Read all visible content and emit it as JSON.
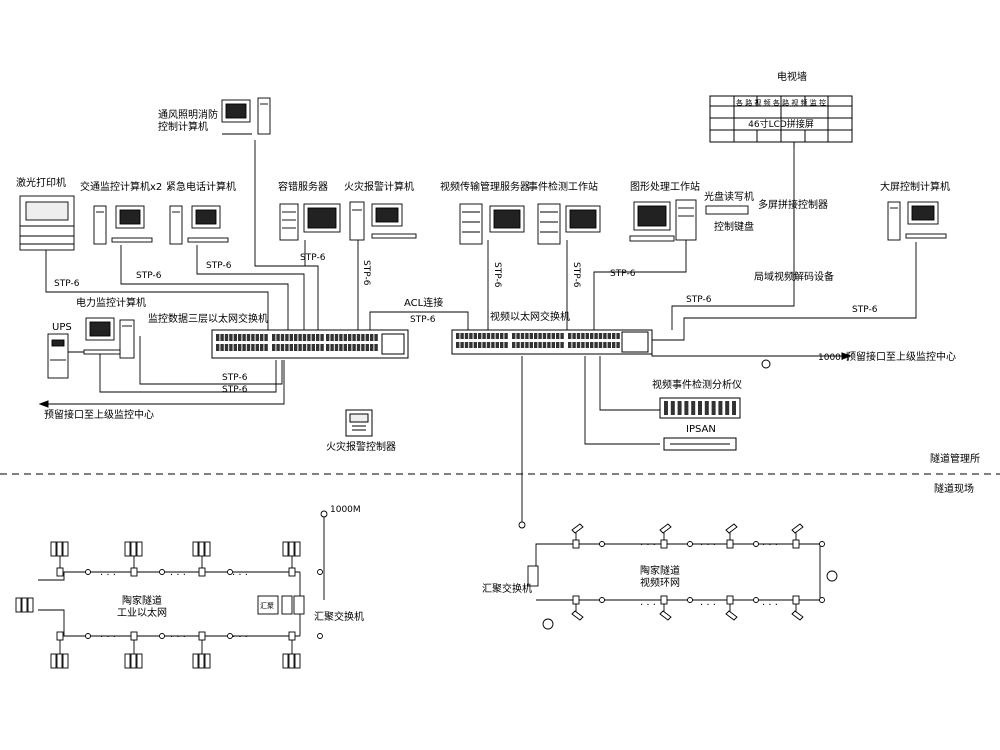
{
  "labels": {
    "tv_wall": "电视墙",
    "tv_wall_row": "各 路 视 频 各 路 视 频 监 控",
    "tv_wall_lcd": "46寸LCD拼接屏",
    "ventilation_pc": "通风照明消防\n控制计算机",
    "laser_printer": "激光打印机",
    "traffic_pc": "交通监控计算机x2",
    "emergency_phone_pc": "紧急电话计算机",
    "fault_tolerant_server": "容错服务器",
    "fire_alarm_pc": "火灾报警计算机",
    "video_server": "视频传输管理服务器",
    "event_workstation": "事件检测工作站",
    "graphics_workstation": "图形处理工作站",
    "cd_writer": "光盘读写机",
    "control_keyboard": "控制键盘",
    "multi_screen_controller": "多屏拼接控制器",
    "big_screen_pc": "大屏控制计算机",
    "lan_decoder": "局域视频解码设备",
    "power_monitor_pc": "电力监控计算机",
    "ups": "UPS",
    "l3_switch": "监控数据三层以太网交换机",
    "acl_link": "ACL连接",
    "video_switch": "视频以太网交换机",
    "reserved_left": "预留接口至上级监控中心",
    "reserved_right": "预留接口至上级监控中心",
    "speed_right": "1000M",
    "video_event_analyzer": "视频事件检测分析仪",
    "ipsan": "IPSAN",
    "fire_alarm_controller": "火灾报警控制器",
    "tunnel_office": "隧道管理所",
    "tunnel_site": "隧道现场",
    "speed_field": "1000M",
    "industrial_ring": "陶家隧道\n工业以太网",
    "agg_switch_left": "汇聚交换机",
    "agg_switch_right": "汇聚交换机",
    "video_ring": "陶家隧道\n视频环网",
    "agg_box": "汇聚",
    "ellipsis": "· · ·"
  },
  "cables": {
    "stp6": "STP-6"
  }
}
